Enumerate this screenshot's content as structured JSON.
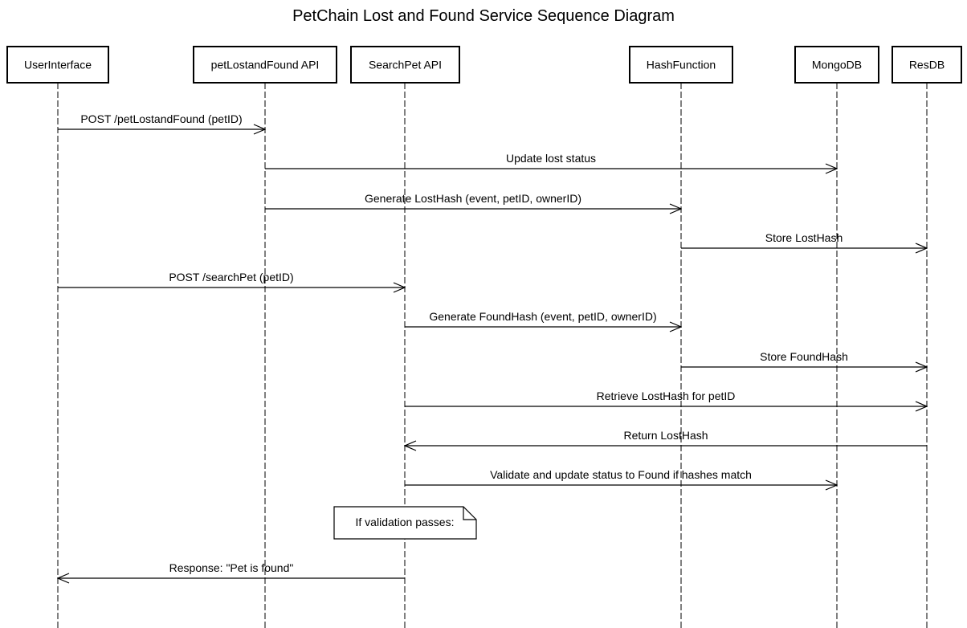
{
  "title": "PetChain Lost and Found Service Sequence Diagram",
  "participants": [
    {
      "id": "ui",
      "label": "UserInterface"
    },
    {
      "id": "plf",
      "label": "petLostandFound API"
    },
    {
      "id": "sp",
      "label": "SearchPet API"
    },
    {
      "id": "hf",
      "label": "HashFunction"
    },
    {
      "id": "mdb",
      "label": "MongoDB"
    },
    {
      "id": "rdb",
      "label": "ResDB"
    }
  ],
  "messages": [
    {
      "from": "ui",
      "to": "plf",
      "label": "POST /petLostandFound (petID)"
    },
    {
      "from": "plf",
      "to": "mdb",
      "label": "Update lost status"
    },
    {
      "from": "plf",
      "to": "hf",
      "label": "Generate LostHash (event, petID, ownerID)"
    },
    {
      "from": "hf",
      "to": "rdb",
      "label": "Store LostHash"
    },
    {
      "from": "ui",
      "to": "sp",
      "label": "POST /searchPet (petID)"
    },
    {
      "from": "sp",
      "to": "hf",
      "label": "Generate FoundHash (event, petID, ownerID)"
    },
    {
      "from": "hf",
      "to": "rdb",
      "label": "Store FoundHash"
    },
    {
      "from": "sp",
      "to": "rdb",
      "label": "Retrieve LostHash for petID"
    },
    {
      "from": "rdb",
      "to": "sp",
      "label": "Return LostHash"
    },
    {
      "from": "sp",
      "to": "mdb",
      "label": "Validate and update status to Found if hashes match"
    },
    {
      "from": "sp",
      "to": "ui",
      "label": "Response: \"Pet is found\""
    }
  ],
  "note": {
    "over": "sp",
    "label": "If validation passes:"
  }
}
